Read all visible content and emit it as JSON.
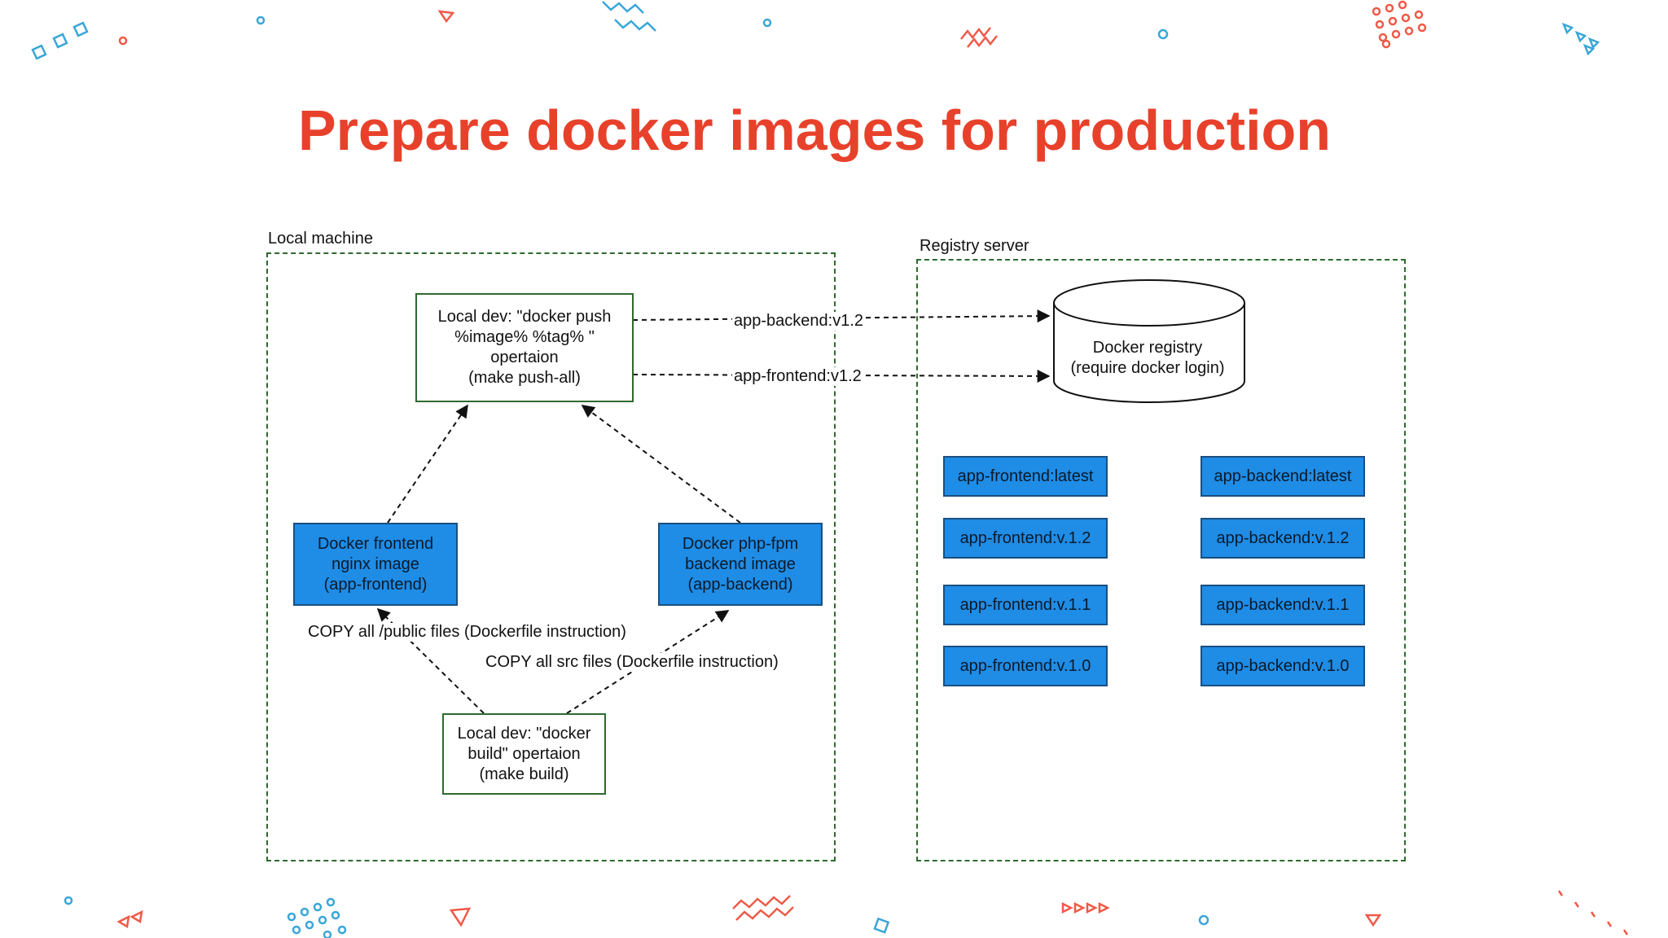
{
  "title": "Prepare docker images for production",
  "local_group": {
    "label": "Local machine"
  },
  "registry_group": {
    "label": "Registry server"
  },
  "nodes": {
    "push": "Local dev: \"docker push\n%image% %tag% \"\nopertaion\n(make push-all)",
    "frontend_image": "Docker frontend\nnginx image\n(app-frontend)",
    "backend_image": "Docker php-fpm\nbackend image\n(app-backend)",
    "build": "Local dev: \"docker\nbuild\" opertaion\n(make build)",
    "registry": "Docker registry\n(require docker login)"
  },
  "edges": {
    "push_backend": "app-backend:v1.2",
    "push_frontend": "app-frontend:v1.2",
    "copy_public": "COPY all /public files (Dockerfile instruction)",
    "copy_src": "COPY all src files (Dockerfile instruction)"
  },
  "registry_tags": {
    "frontend": [
      "app-frontend:latest",
      "app-frontend:v.1.2",
      "app-frontend:v.1.1",
      "app-frontend:v.1.0"
    ],
    "backend": [
      "app-backend:latest",
      "app-backend:v.1.2",
      "app-backend:v.1.1",
      "app-backend:v.1.0"
    ]
  },
  "colors": {
    "title": "#e8412b",
    "node_fill": "#1f8ce6",
    "node_border": "#1a4f80",
    "group_border": "#2e6b2e",
    "decor_blue": "#3aa6d8",
    "decor_red": "#ee5a48"
  }
}
